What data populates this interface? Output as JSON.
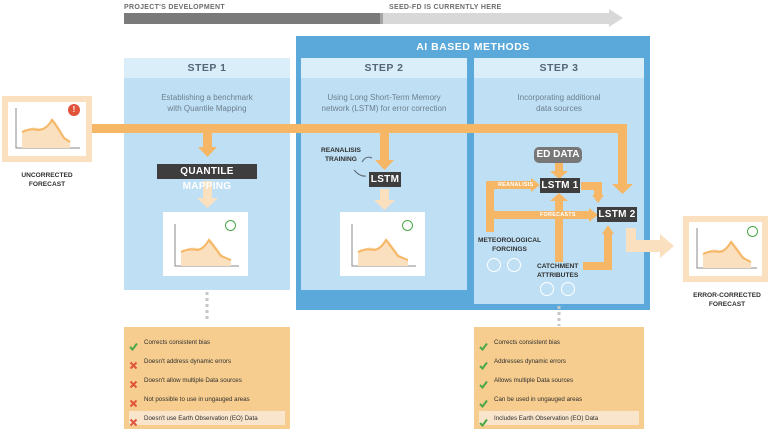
{
  "progress": {
    "project_label": "PROJECT'S DEVELOPMENT",
    "seed_label": "SEED-FD IS CURRENTLY HERE"
  },
  "ai_title": "AI BASED METHODS",
  "steps": [
    {
      "title": "STEP 1",
      "desc_line1": "Establishing a benchmark",
      "desc_line2": "with Quantile Mapping"
    },
    {
      "title": "STEP 2",
      "desc_line1": "Using Long Short-Term Memory",
      "desc_line2": "network (LSTM) for error correction"
    },
    {
      "title": "STEP 3",
      "desc_line1": "Incorporating additional",
      "desc_line2": "data sources"
    }
  ],
  "methods": {
    "quantile_mapping": "QUANTILE MAPPING",
    "lstm": "LSTM",
    "lstm1": "LSTM 1",
    "lstm2": "LSTM 2",
    "ed_data": "ED DATA"
  },
  "labels": {
    "reanalisis_training_1": "REANALISIS",
    "reanalisis_training_2": "TRAINING",
    "reanalisis_flow": "REANALISIS",
    "forecasts_flow": "FORECASTS",
    "met_1": "METEOROLOGICAL",
    "met_2": "FORCINGS",
    "catch_1": "CATCHMENT",
    "catch_2": "ATTRIBUTES",
    "uncorrected_1": "UNCORRECTED",
    "uncorrected_2": "FORECAST",
    "corrected_1": "ERROR-CORRECTED",
    "corrected_2": "FORECAST"
  },
  "alert_symbol": "!",
  "features_step1": [
    {
      "status": "check",
      "text": "Corrects consistent bias"
    },
    {
      "status": "cross",
      "text": "Doesn't address dynamic errors"
    },
    {
      "status": "cross",
      "text": "Doesn't allow multiple Data sources"
    },
    {
      "status": "cross",
      "text": "Not possible to use in ungauged areas"
    },
    {
      "status": "cross",
      "text": "Doesn't use Earth Observation (EO) Data"
    }
  ],
  "features_step3": [
    {
      "status": "check",
      "text": "Corrects consistent bias"
    },
    {
      "status": "check",
      "text": "Addresses dynamic errors"
    },
    {
      "status": "check",
      "text": "Allows multiple Data sources"
    },
    {
      "status": "check",
      "text": "Can be used in ungauged areas"
    },
    {
      "status": "check",
      "text": "Includes Earth Observation (EO) Data"
    }
  ],
  "colors": {
    "orange": "#f5b766",
    "orange_light": "#fbe0bf",
    "blue": "#5aa9da",
    "check": "#49a848",
    "cross": "#e1533a"
  }
}
